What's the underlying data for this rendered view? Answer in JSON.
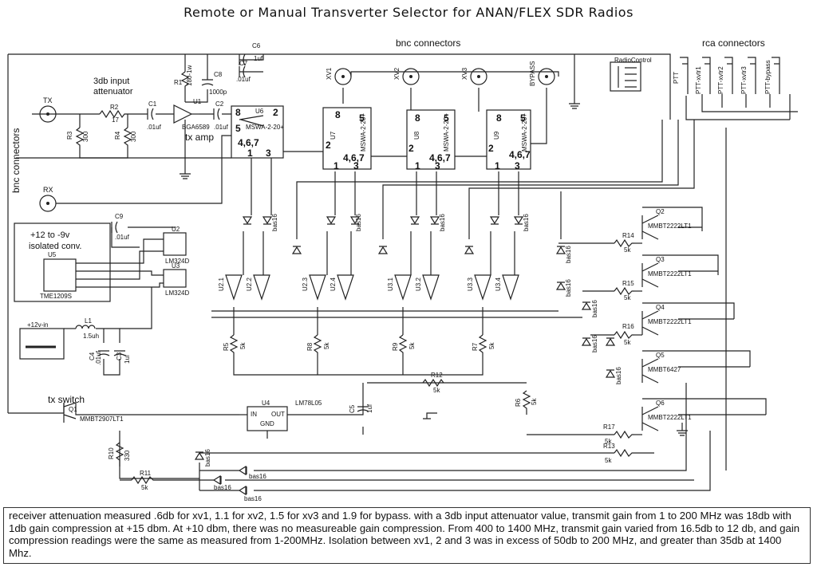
{
  "title": "Remote or Manual Transverter Selector for ANAN/FLEX SDR Radios",
  "labels": {
    "bnc_top": "bnc connectors",
    "bnc_side": "bnc connectors",
    "rca": "rca connectors",
    "atten": "3db input",
    "atten2": "attenuator",
    "txamp": "tx amp",
    "txswitch": "tx switch",
    "conv1": "+12  to  -9v",
    "conv2": "isolated conv.",
    "power_in": "+12v-in"
  },
  "connectors": {
    "tx": "TX",
    "rx": "RX",
    "xv1": "XV1",
    "xv2": "XV2",
    "xv3": "XV3",
    "bypass": "BYPASS",
    "radiocontrol": "RadioControl",
    "ptt": "PTT",
    "ptt1": "PTT-xvtr1",
    "ptt2": "PTT-xvtr2",
    "ptt3": "PTT-xvtr3",
    "pttb": "PTT-bypass"
  },
  "parts": {
    "r1": "R1",
    "r1v": "180-1w",
    "r2": "R2",
    "r2v": "17",
    "r3": "R3",
    "r3v": "300",
    "r4": "R4",
    "r4v": "300",
    "c1": "C1",
    "c1v": ".01uf",
    "c2": "C2",
    "c2v": ".01uf",
    "c6": "C6",
    "c6v": "1uf",
    "c7": "C7",
    "c7v": ".01uf",
    "c8": "C8",
    "c8v": "1000p",
    "c9": "C9",
    "c9v": ".01uf",
    "u1": "U1",
    "u1v": "BGA6589",
    "u6": "U6",
    "u7": "U7",
    "u8": "U8",
    "u9": "U9",
    "msw": "MSWA-2-20+",
    "u2": "U2",
    "u3": "U3",
    "lm324": "LM324D",
    "u5": "U5",
    "u5v": "TME1209S",
    "u4": "U4",
    "u4v": "LM78L05",
    "u4in": "IN",
    "u4out": "OUT",
    "u4gnd": "GND",
    "l1": "L1",
    "l1v": "1.5uh",
    "c3": "C3",
    "c3v": "1uf",
    "c4": "C4",
    "c4v": ".01uf",
    "c5": "C5",
    "c5v": "1uf",
    "q1": "Q1",
    "q1v": "MMBT2907LT1",
    "q2": "Q2",
    "q3": "Q3",
    "q4": "Q4",
    "q5": "Q5",
    "q6": "Q6",
    "mmbt2222": "MMBT2222LT1",
    "mmbt6427": "MMBT6427",
    "r5": "R5",
    "r6": "R6",
    "r7": "R7",
    "r8": "R8",
    "r9": "R9",
    "r10": "R10",
    "r11": "R11",
    "r12": "R12",
    "r13": "R13",
    "r14": "R14",
    "r15": "R15",
    "r16": "R16",
    "r17": "R17",
    "r5k": "5k",
    "r10v": "330",
    "u21": "U2.1",
    "u22": "U2.2",
    "u23": "U2.3",
    "u24": "U2.4",
    "u31": "U3.1",
    "u32": "U3.2",
    "u33": "U3.3",
    "u34": "U3.4",
    "bas16": "bas16"
  },
  "pins": {
    "p1": "1",
    "p2": "2",
    "p3": "3",
    "p5": "5",
    "p8": "8",
    "p467": "4,6,7"
  },
  "note": "receiver attenuation measured .6db for xv1, 1.1 for xv2, 1.5 for xv3 and 1.9 for bypass. with a 3db input attenuator value, transmit gain from 1 to 200 MHz was 18db with 1db gain compression at +15 dbm. At +10 dbm, there was no measureable gain compression. From 400 to 1400 MHz, transmit gain varied from 16.5db to 12 db, and gain compression readings were the same as measured from 1-200MHz. Isolation between xv1, 2 and 3 was in excess of 50db to 200 MHz, and greater than 35db at 1400 Mhz."
}
